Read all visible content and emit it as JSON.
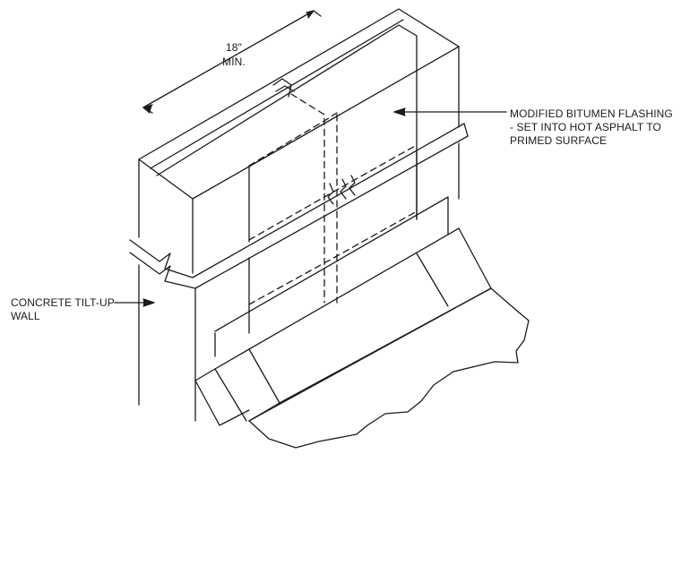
{
  "dimension": {
    "value": "18\"",
    "note": "MIN."
  },
  "callouts": {
    "flashing": {
      "line1": "MODIFIED BITUMEN FLASHING",
      "line2": "- SET INTO HOT ASPHALT TO",
      "line3": "PRIMED SURFACE"
    },
    "wall": {
      "line1": "CONCRETE TILT-UP",
      "line2": "WALL"
    }
  },
  "colors": {
    "ink": "#1a1a1a",
    "background": "#ffffff"
  }
}
